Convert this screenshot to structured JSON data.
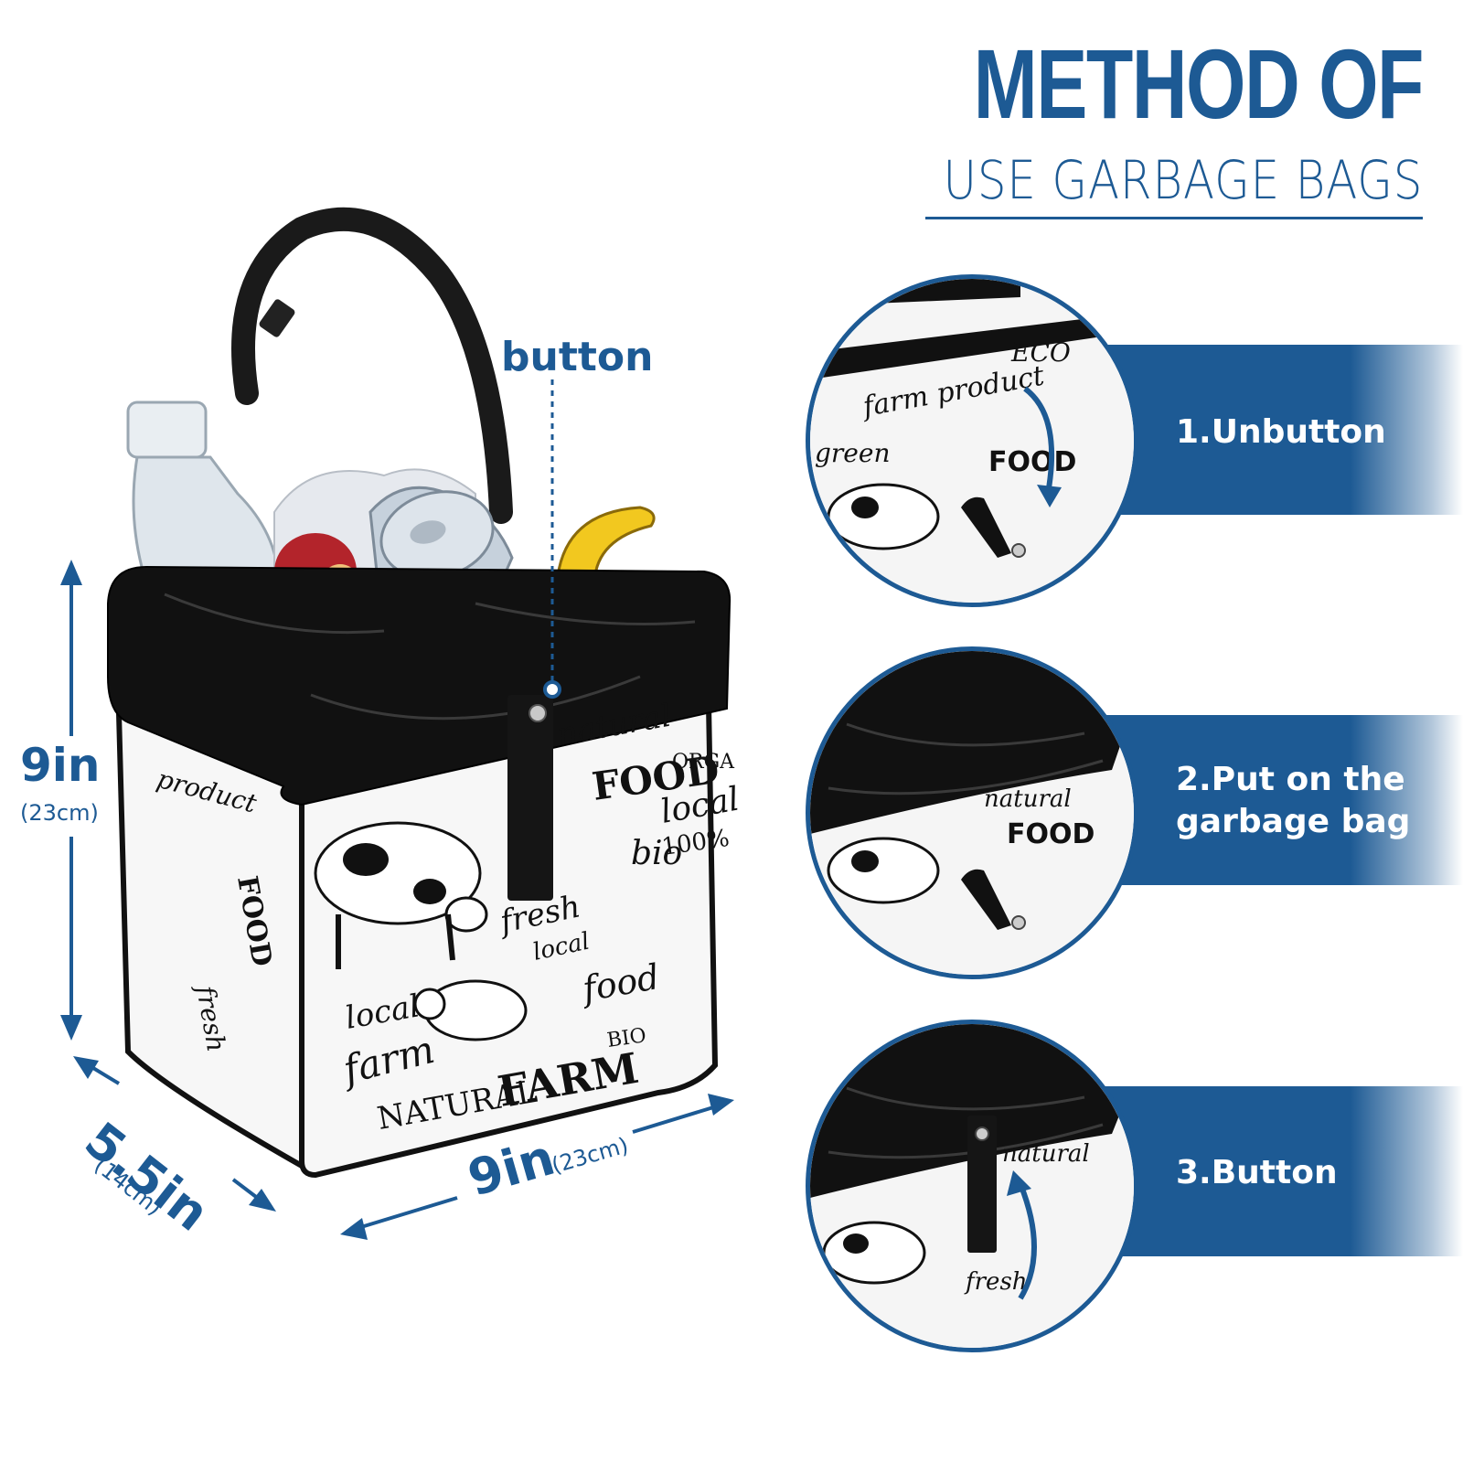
{
  "title": {
    "line1": "METHOD OF",
    "line2": "USE GARBAGE BAGS"
  },
  "colors": {
    "accent": "#1d5a94",
    "bag_black": "#111111",
    "print_white": "#f7f7f7"
  },
  "callout": {
    "button_label": "button"
  },
  "dimensions": {
    "height": {
      "value": "9in",
      "metric": "(23cm)"
    },
    "depth": {
      "value": "5.5in",
      "metric": "(14cm)"
    },
    "width": {
      "value": "9in",
      "metric": "(23cm)"
    }
  },
  "print_words": {
    "natural": "natural",
    "food": "FOOD",
    "organic": "ORGA",
    "local": "local",
    "bio": "bio",
    "percent": "100%",
    "fresh": "fresh",
    "food_script": "food",
    "bio_caps": "BIO",
    "farm": "farm",
    "natural_farm_1": "NATURAL",
    "natural_farm_2": "FARM",
    "product": "product",
    "farm_product": "farm product",
    "eco": "ECO",
    "green": "green",
    "local_side": "local"
  },
  "steps": [
    {
      "label": "1.Unbutton"
    },
    {
      "label_line1": "2.Put on the",
      "label_line2": "garbage bag"
    },
    {
      "label": "3.Button"
    }
  ]
}
